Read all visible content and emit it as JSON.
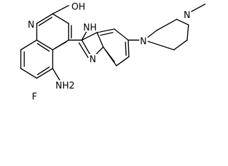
{
  "molecule": {
    "labels": {
      "hydroxyl": "OH",
      "quinoline_nitrogen": "N",
      "imidazole_nh": "NH",
      "imidazole_n": "N",
      "amine": "NH2",
      "fluorine": "F",
      "piperazine_n1": "N",
      "piperazine_n4": "N"
    }
  }
}
